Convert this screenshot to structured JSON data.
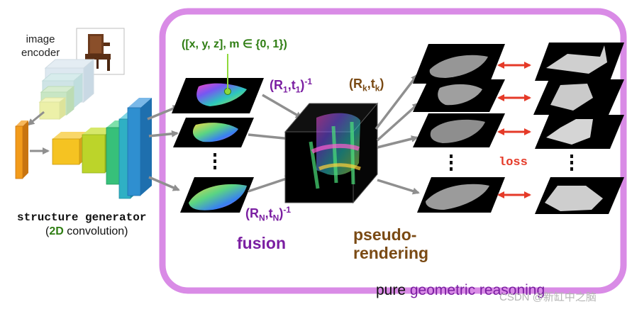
{
  "labels": {
    "image_encoder_line1": "image",
    "image_encoder_line2": "encoder",
    "structure_generator": "structure generator",
    "conv_prefix": "(",
    "conv_2d": "2D",
    "conv_suffix": " convolution)",
    "point_annotation": "([x, y, z], m ∈ {0, 1})",
    "fusion": "fusion",
    "pseudo_rendering_line1": "pseudo-",
    "pseudo_rendering_line2": "rendering",
    "loss": "loss",
    "pure": "pure ",
    "geometric_reasoning": "geometric reasoning",
    "watermark": "CSDN @新缸中之脑"
  },
  "math": {
    "r1_open": "(R",
    "r1_sub_r": "1",
    "r1_mid": ",t",
    "r1_sub_t": "1",
    "r1_close": ")",
    "r1_sup": "-1",
    "rn_open": "(R",
    "rn_sub_r": "N",
    "rn_mid": ",t",
    "rn_sub_t": "N",
    "rn_close": ")",
    "rn_sup": "-1",
    "rk_open": "(R",
    "rk_sub_r": "k",
    "rk_mid": ",t",
    "rk_sub_t": "k",
    "rk_close": ")"
  },
  "colors": {
    "purple": "#7b1fa2",
    "frame": "#d98be6",
    "green": "#2e7d12",
    "brown": "#7a4a14",
    "red": "#e53a28",
    "encoder_blocks": [
      "#dde8f0",
      "#cfe4e6",
      "#c8e6c4",
      "#ecf0a8"
    ],
    "generator_blocks": [
      "#f29b1b",
      "#f5c322",
      "#bcd42a",
      "#37c07a",
      "#2fb0c4",
      "#2f8fd0"
    ]
  },
  "icons": {
    "chair_thumbnail": "wooden-chair-photo",
    "fused_cloud": "colored-3d-point-cloud-cube",
    "arrow_pair": "double-headed-red-arrow"
  }
}
